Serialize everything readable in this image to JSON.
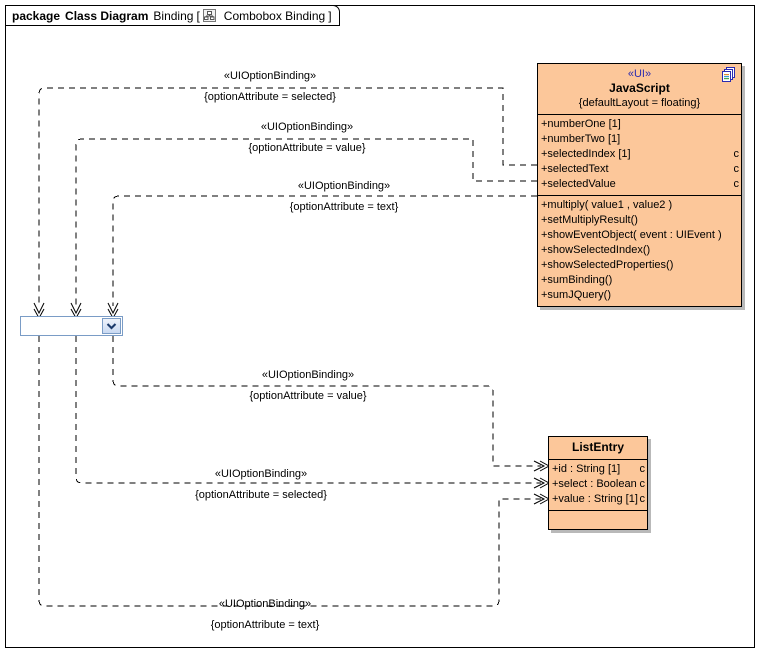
{
  "package": {
    "keyword": "package",
    "diagram_type": "Class Diagram",
    "name": "Binding",
    "bracket_open": "[",
    "bracket_close": "]",
    "frame_label": "Combobox Binding",
    "frame_icon": "class-diagram-icon"
  },
  "classes": [
    {
      "id": "javascript",
      "stereotype": "«UI»",
      "name": "JavaScript",
      "properties": "{defaultLayout = floating}",
      "icon": "artifact-icon",
      "attributes": [
        {
          "text": "+numberOne [1]",
          "tail": ""
        },
        {
          "text": "+numberTwo [1]",
          "tail": ""
        },
        {
          "text": "+selectedIndex [1]",
          "tail": "c"
        },
        {
          "text": "+selectedText",
          "tail": "c"
        },
        {
          "text": "+selectedValue",
          "tail": "c"
        }
      ],
      "operations": [
        "+multiply( value1 , value2 )",
        "+setMultiplyResult()",
        "+showEventObject( event : UIEvent )",
        "+showSelectedIndex()",
        "+showSelectedProperties()",
        "+sumBinding()",
        "+sumJQuery()"
      ]
    },
    {
      "id": "listentry",
      "stereotype": "",
      "name": "ListEntry",
      "properties": "",
      "icon": "",
      "attributes": [
        {
          "text": "+id : String [1]",
          "tail": "c"
        },
        {
          "text": "+select : Boolean",
          "tail": "c"
        },
        {
          "text": "+value : String [1]",
          "tail": "c"
        }
      ],
      "operations": []
    }
  ],
  "widgets": [
    {
      "id": "combobox",
      "type": "combobox",
      "value": "",
      "dropdown_icon": "chevron-down-icon"
    }
  ],
  "connectors": [
    {
      "id": "bind-top-1",
      "stereotype": "«UIOptionBinding»",
      "property": "{optionAttribute = selected}",
      "source": "JavaScript.selectedIndex",
      "target": "combobox"
    },
    {
      "id": "bind-top-2",
      "stereotype": "«UIOptionBinding»",
      "property": "{optionAttribute = value}",
      "source": "JavaScript.selectedText",
      "target": "combobox"
    },
    {
      "id": "bind-top-3",
      "stereotype": "«UIOptionBinding»",
      "property": "{optionAttribute = text}",
      "source": "JavaScript.selectedValue",
      "target": "combobox"
    },
    {
      "id": "bind-bottom-1",
      "stereotype": "«UIOptionBinding»",
      "property": "{optionAttribute = value}",
      "source": "combobox",
      "target": "ListEntry.id"
    },
    {
      "id": "bind-bottom-2",
      "stereotype": "«UIOptionBinding»",
      "property": "{optionAttribute = selected}",
      "source": "combobox",
      "target": "ListEntry.select"
    },
    {
      "id": "bind-bottom-3",
      "stereotype": "«UIOptionBinding»",
      "property": "{optionAttribute = text}",
      "source": "combobox",
      "target": "ListEntry.value"
    }
  ]
}
